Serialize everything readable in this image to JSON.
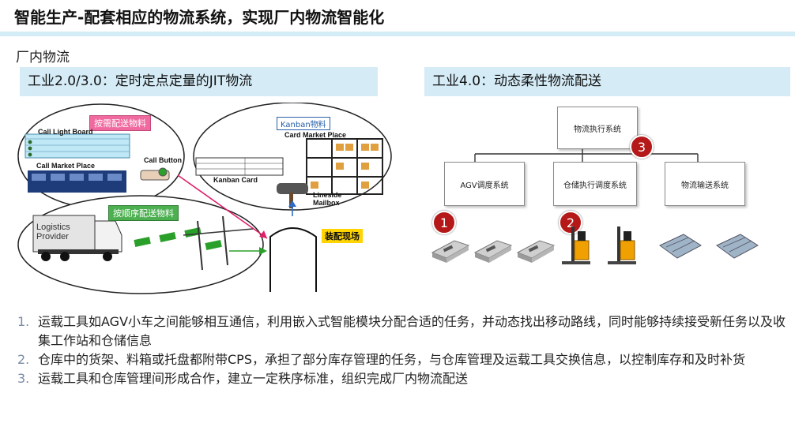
{
  "header": {
    "title": "智能生产-配套相应的物流系统，实现厂内物流智能化"
  },
  "section_label": "厂内物流",
  "left_panel": {
    "band_title": "工业2.0/3.0：定时定点定量的JIT物流",
    "call_light_board": "Call Light Board",
    "call_market_place": "Call Market Place",
    "call_button": "Call Button",
    "pull_label": "按需配送物料",
    "kanban_label": "Kanban物料",
    "card_market_place": "Card Market Place",
    "kanban_card": "Kanban Card",
    "lineside_mailbox": "Lineside\nMailbox",
    "sequence_label": "按顺序配送物料",
    "logistics_provider": "Logistics\nProvider",
    "assembly_site": "装配现场"
  },
  "right_panel": {
    "band_title": "工业4.0：动态柔性物流配送",
    "top_box": "物流执行系统",
    "boxes": [
      "AGV调度系统",
      "仓储执行调度系统",
      "物流输送系统"
    ],
    "badges": [
      "1",
      "2",
      "3"
    ]
  },
  "list": [
    {
      "num": "1.",
      "text": "运载工具如AGV小车之间能够相互通信，利用嵌入式智能模块分配合适的任务，并动态找出移动路线，同时能够持续接受新任务以及收集工作站和仓储信息"
    },
    {
      "num": "2.",
      "text": "仓库中的货架、料箱或托盘都附带CPS，承担了部分库存管理的任务，与仓库管理及运载工具交换信息，以控制库存和及时补货"
    },
    {
      "num": "3.",
      "text": "运载工具和仓库管理间形成合作，建立一定秩序标准，组织完成厂内物流配送"
    }
  ]
}
